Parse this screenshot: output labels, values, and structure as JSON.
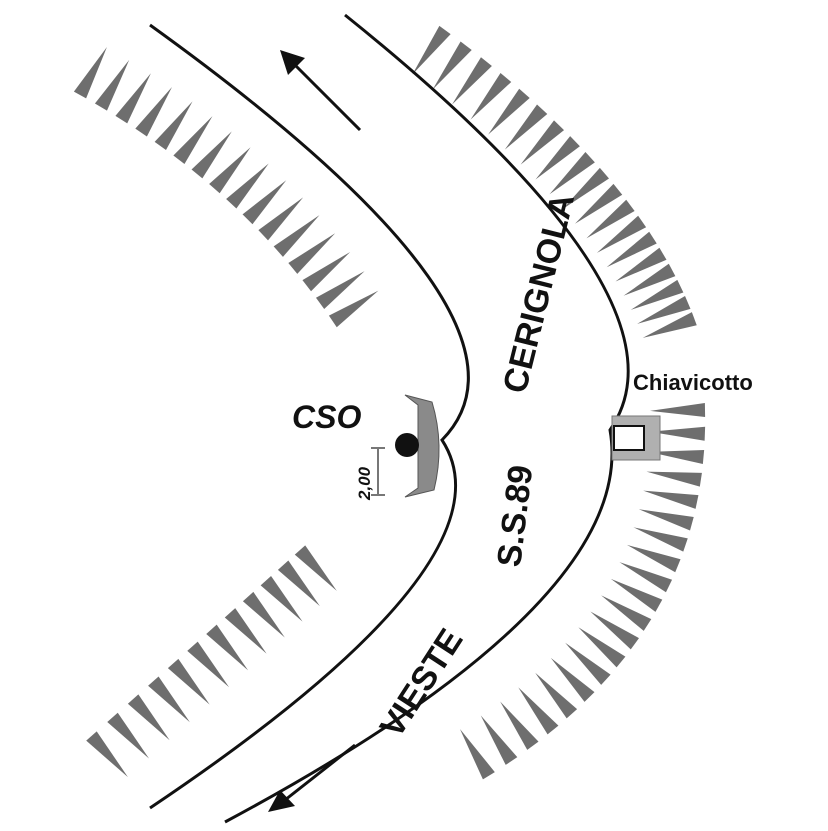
{
  "labels": {
    "destination_north": "CERIGNOLA",
    "road_name": "S.S.89",
    "destination_south": "VIESTE",
    "station": "CSO",
    "structure": "Chiavicotto",
    "dimension": "2,00"
  },
  "colors": {
    "line": "#111111",
    "embankment": "#6e6e6e",
    "station_shelter": "#8a8a8a",
    "culvert": "#b0b0b0"
  }
}
